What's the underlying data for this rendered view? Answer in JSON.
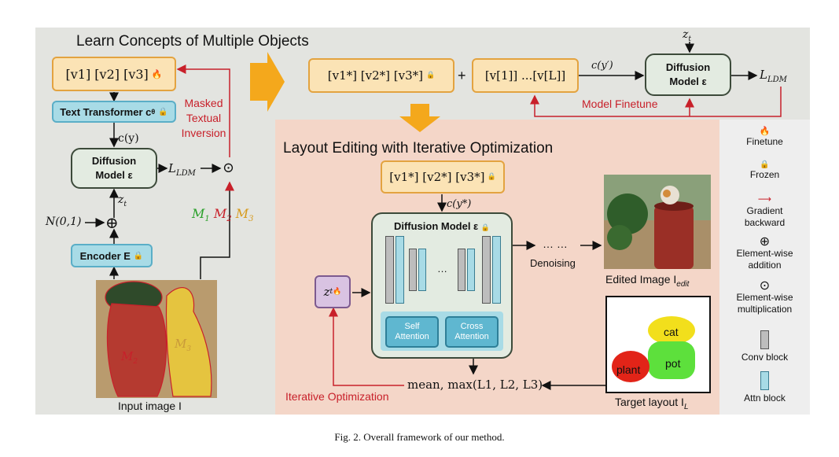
{
  "header": {
    "running_title": ""
  },
  "sections": {
    "learn_title": "Learn Concepts of Multiple Objects",
    "layout_title": "Layout Editing with Iterative Optimization"
  },
  "blocks": {
    "tokens_top": "[v1] [v2] [v3]",
    "text_transformer": "Text Transformer c",
    "text_transformer_sub": "θ",
    "c_theta_y": "c(y)",
    "diffusion_left": "Diffusion",
    "diffusion_left_2": "Model ε",
    "l_ldm": "L",
    "l_ldm_sub": "LDM",
    "z_t": "z",
    "noise": "N(0,1)",
    "encoder": "Encoder E",
    "input_image_caption": "Input image I",
    "masked_inversion": [
      "Masked",
      "Textual",
      "Inversion"
    ],
    "m1": "M",
    "m2": "M",
    "m3": "M",
    "tokens_star": "[v1*] [v2*] [v3*]",
    "tokens_L": "[v[1]] ...[v[L]]",
    "c_theta_yprime": "c(y′)",
    "diffusion_top": "Diffusion",
    "diffusion_top_2": "Model ε",
    "l_ldm_top": "L",
    "model_finetune": "Model Finetune",
    "tokens_star2": "[v1*] [v2*] [v3*]",
    "c_theta_ystar": "c(y*)",
    "diffusion_big": "Diffusion Model ε",
    "self_attention": [
      "Self",
      "Attention"
    ],
    "cross_attention": [
      "Cross",
      "Attention"
    ],
    "denoising": "Denoising",
    "dots": "… …",
    "edited_caption": "Edited Image I",
    "edited_sub": "edit",
    "mean_max": "mean, max(L1, L2, L3)",
    "iterative_opt": "Iterative Optimization",
    "target_caption": "Target layout I",
    "target_sub": "L",
    "layout_labels": {
      "cat": "cat",
      "pot": "pot",
      "plant": "plant"
    },
    "mask_labels": {
      "m2": "M",
      "m3": "M"
    }
  },
  "legend": [
    {
      "label": "Finetune",
      "icon": "flame-icon"
    },
    {
      "label": "Frozen",
      "icon": "lock-icon"
    },
    {
      "label": "Gradient backward",
      "icon": "red-arrow-icon"
    },
    {
      "label": "Element-wise addition",
      "icon": "oplus-icon"
    },
    {
      "label": "Element-wise multiplication",
      "icon": "odot-icon"
    },
    {
      "label": "Conv block",
      "icon": "conv-block-icon"
    },
    {
      "label": "Attn block",
      "icon": "attn-block-icon"
    }
  ],
  "caption": "Fig. 2.  Overall framework of our method.",
  "colors": {
    "gray_panel": "#e3e4e0",
    "pink_panel": "#f4d6c8",
    "token_fill": "#fbe3b5",
    "attn_fill": "#a8dbe6",
    "gradient_red": "#c8202a",
    "big_arrow": "#f4a81c"
  }
}
